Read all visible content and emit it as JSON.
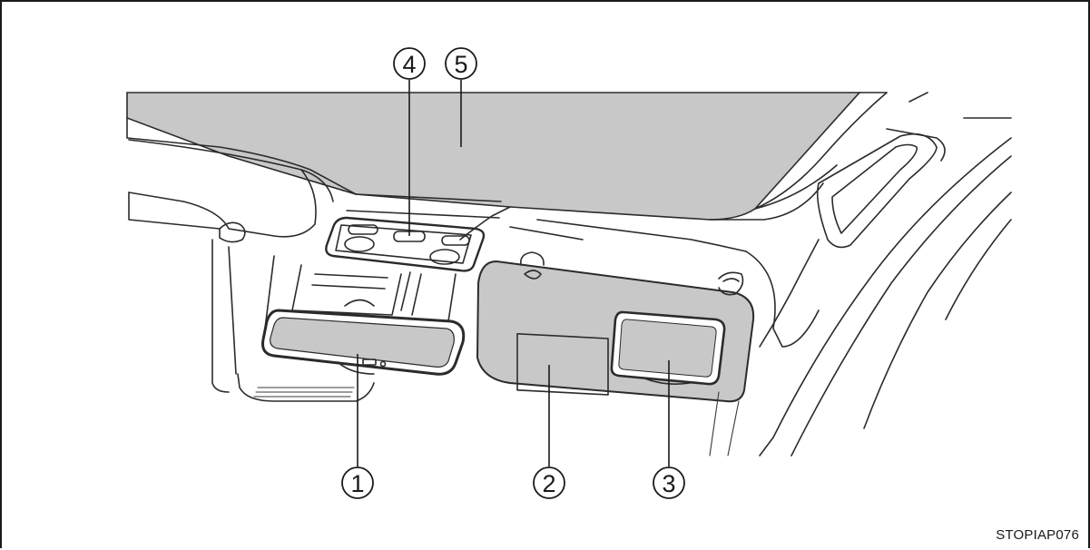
{
  "figure_code": "STOPIAP076",
  "callouts": [
    {
      "id": "callout-1",
      "label": "1",
      "part": "inside-rear-view-mirror"
    },
    {
      "id": "callout-2",
      "label": "2",
      "part": "sun-visor"
    },
    {
      "id": "callout-3",
      "label": "3",
      "part": "vanity-mirror"
    },
    {
      "id": "callout-4",
      "label": "4",
      "part": "overhead-console-lights"
    },
    {
      "id": "callout-5",
      "label": "5",
      "part": "moon-roof"
    }
  ],
  "colors": {
    "panel_fill": "#c8c8c8",
    "line": "#2b2b2b",
    "background": "#ffffff"
  }
}
